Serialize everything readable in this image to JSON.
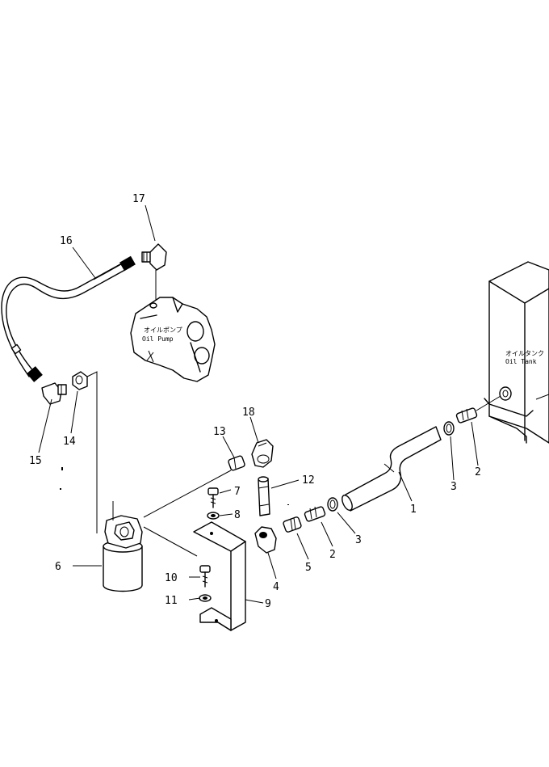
{
  "diagram": {
    "labels": {
      "oil_pump_jp": "オイルポンプ",
      "oil_pump_en": "Oil  Pump",
      "oil_tank_jp": "オイルタンク",
      "oil_tank_en": "Oil  Tank"
    },
    "callouts": [
      {
        "id": "1",
        "part": "hose"
      },
      {
        "id": "2",
        "part": "nipple-upper"
      },
      {
        "id": "3",
        "part": "clamp-upper"
      },
      {
        "id": "3",
        "part": "clamp-lower"
      },
      {
        "id": "2",
        "part": "nipple-lower"
      },
      {
        "id": "4",
        "part": "elbow-fitting"
      },
      {
        "id": "5",
        "part": "connector"
      },
      {
        "id": "6",
        "part": "filter"
      },
      {
        "id": "7",
        "part": "bolt-upper"
      },
      {
        "id": "8",
        "part": "washer-upper"
      },
      {
        "id": "9",
        "part": "bracket"
      },
      {
        "id": "10",
        "part": "bolt-lower"
      },
      {
        "id": "11",
        "part": "washer-lower"
      },
      {
        "id": "12",
        "part": "pipe-nipple"
      },
      {
        "id": "13",
        "part": "connector-filter"
      },
      {
        "id": "14",
        "part": "connector-side"
      },
      {
        "id": "15",
        "part": "elbow-lower"
      },
      {
        "id": "16",
        "part": "tube"
      },
      {
        "id": "17",
        "part": "elbow-pump"
      },
      {
        "id": "18",
        "part": "elbow-top"
      }
    ]
  }
}
